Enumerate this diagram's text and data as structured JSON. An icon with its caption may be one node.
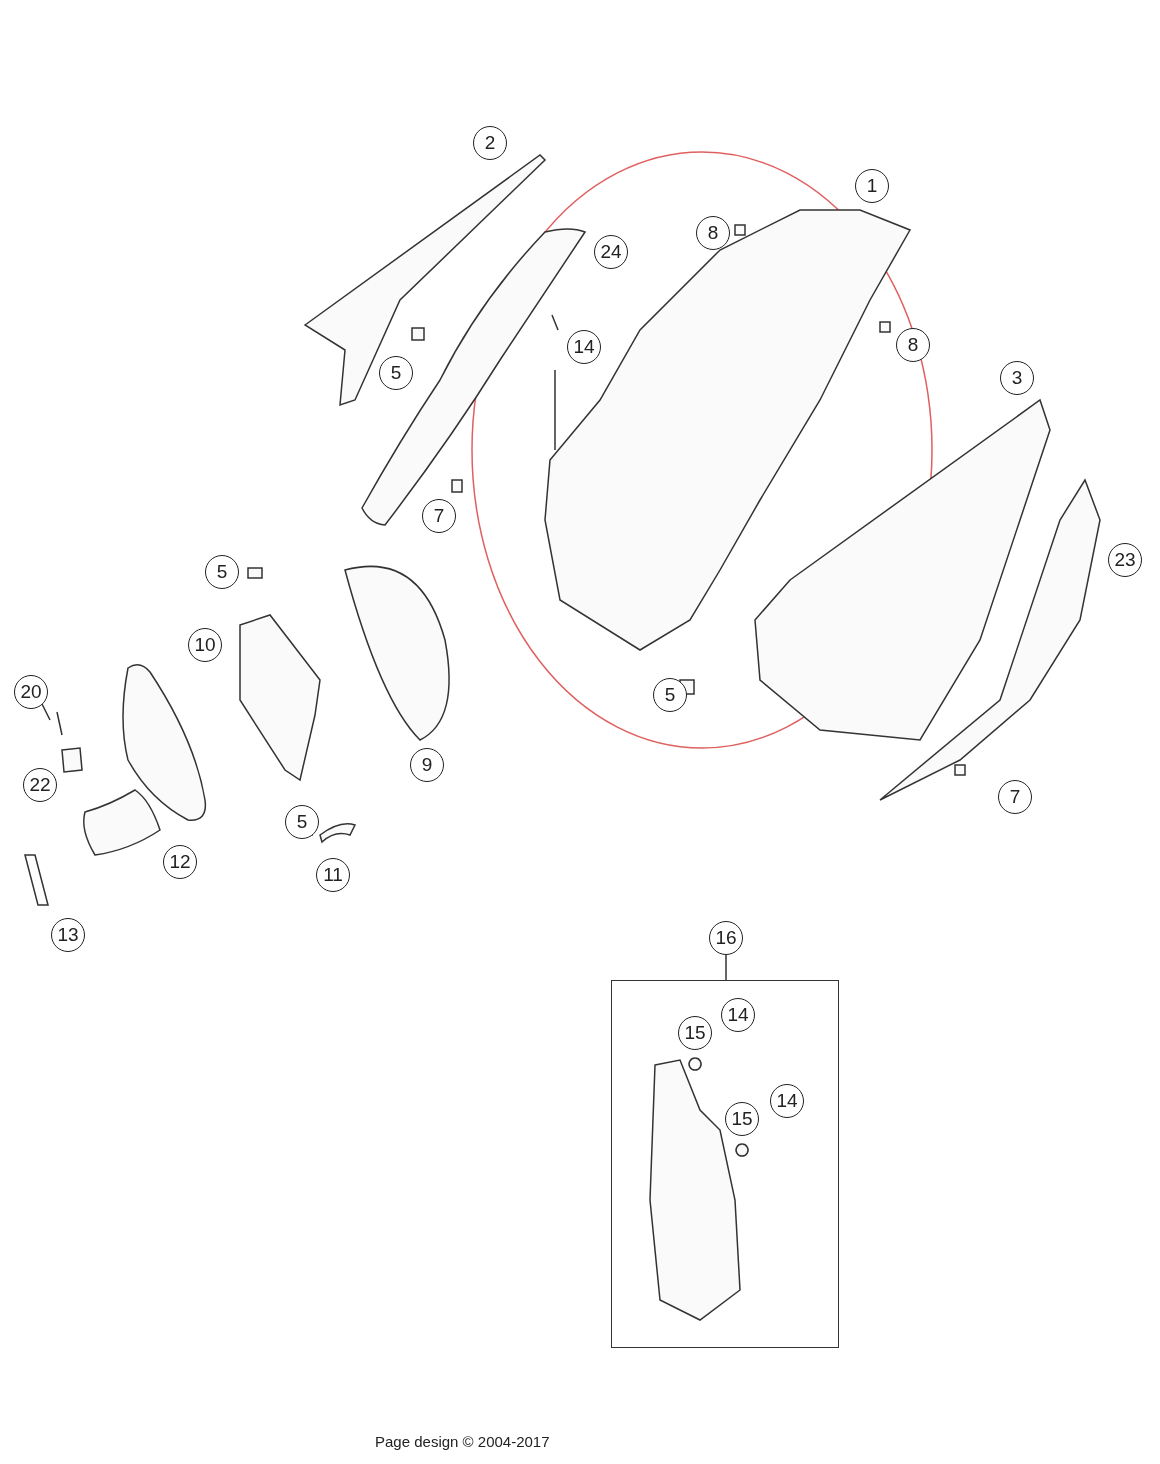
{
  "diagram": {
    "nodes": [
      {
        "text": [
          "2"
        ]
      },
      {
        "text": [
          "1"
        ]
      },
      {
        "text": [
          "8"
        ]
      },
      {
        "text": [
          "24"
        ]
      },
      {
        "text": [
          "14"
        ]
      },
      {
        "text": [
          "5"
        ]
      },
      {
        "text": [
          "8"
        ]
      },
      {
        "text": [
          "3"
        ]
      },
      {
        "text": [
          "7"
        ]
      },
      {
        "text": [
          "23"
        ]
      },
      {
        "text": [
          "5"
        ]
      },
      {
        "text": [
          "10"
        ]
      },
      {
        "text": [
          "20"
        ]
      },
      {
        "text": [
          "5"
        ]
      },
      {
        "text": [
          "9"
        ]
      },
      {
        "text": [
          "22"
        ]
      },
      {
        "text": [
          "7"
        ]
      },
      {
        "text": [
          "5"
        ]
      },
      {
        "text": [
          "12"
        ]
      },
      {
        "text": [
          "11"
        ]
      },
      {
        "text": [
          "13"
        ]
      },
      {
        "text": [
          "16"
        ]
      },
      {
        "text": [],
        "shape": "box"
      },
      {
        "text": [
          "14"
        ],
        "in": 22
      },
      {
        "text": [
          "15"
        ],
        "in": 22
      },
      {
        "text": [
          "14"
        ],
        "in": 22
      },
      {
        "text": [
          "15"
        ],
        "in": 22
      }
    ],
    "edges": [
      {
        "from": 21,
        "to": 22,
        "arrow": "none"
      }
    ],
    "labels": [
      "Page design © 2004-2017"
    ]
  }
}
